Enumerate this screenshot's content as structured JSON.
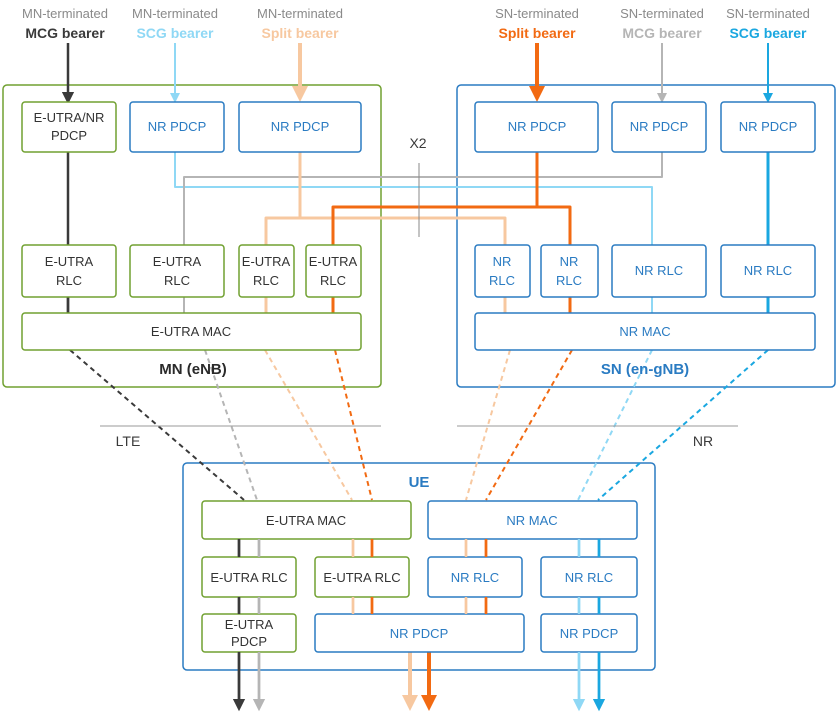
{
  "colors": {
    "mn_green": "#70a030",
    "sn_blue": "#2a7bc2",
    "nr_text": "#2a7bc2",
    "black": "#3a3a3a",
    "gray": "#b5b5b5",
    "light_blue": "#8fd8f5",
    "orange": "#f26a12",
    "light_orange": "#f7c8a0",
    "cyan": "#1aa7e0"
  },
  "bearers": {
    "mn_mcg": {
      "line1": "MN-terminated",
      "line2": "MCG bearer"
    },
    "mn_scg": {
      "line1": "MN-terminated",
      "line2": "SCG bearer"
    },
    "mn_split": {
      "line1": "MN-terminated",
      "line2": "Split bearer"
    },
    "sn_split": {
      "line1": "SN-terminated",
      "line2": "Split bearer"
    },
    "sn_mcg": {
      "line1": "SN-terminated",
      "line2": "MCG bearer"
    },
    "sn_scg": {
      "line1": "SN-terminated",
      "line2": "SCG bearer"
    }
  },
  "mn": {
    "label": "MN (eNB)",
    "pdcp_eutra_nr": [
      "E-UTRA/NR",
      "PDCP"
    ],
    "nr_pdcp": "NR PDCP",
    "eutra_rlc": [
      "E-UTRA",
      "RLC"
    ],
    "mac": "E-UTRA MAC"
  },
  "sn": {
    "label": "SN (en-gNB)",
    "nr_pdcp": "NR PDCP",
    "nr_rlc_split": [
      "NR",
      "RLC"
    ],
    "nr_rlc": "NR RLC",
    "mac": "NR MAC"
  },
  "interface_label": "X2",
  "lte_label": "LTE",
  "nr_label": "NR",
  "ue": {
    "label": "UE",
    "eutra_mac": "E-UTRA MAC",
    "nr_mac": "NR MAC",
    "eutra_rlc": "E-UTRA RLC",
    "nr_rlc": "NR RLC",
    "eutra_pdcp": [
      "E-UTRA",
      "PDCP"
    ],
    "nr_pdcp": "NR PDCP"
  }
}
